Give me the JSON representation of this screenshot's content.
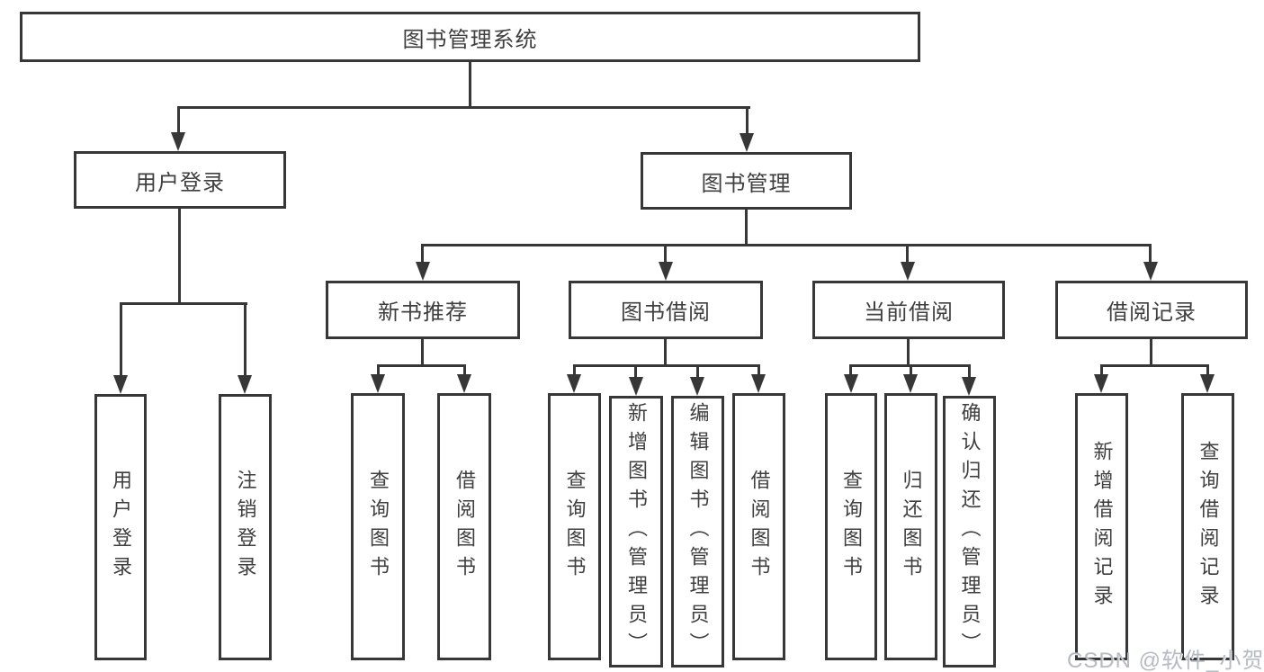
{
  "diagram": {
    "title": "图书管理系统",
    "root": {
      "label": "图书管理系统"
    },
    "level2": [
      {
        "label": "用户登录"
      },
      {
        "label": "图书管理"
      }
    ],
    "level3": [
      {
        "label": "新书推荐"
      },
      {
        "label": "图书借阅"
      },
      {
        "label": "当前借阅"
      },
      {
        "label": "借阅记录"
      }
    ],
    "level4": [
      {
        "label": "用户登录"
      },
      {
        "label": "注销登录"
      },
      {
        "label": "查询图书"
      },
      {
        "label": "借阅图书"
      },
      {
        "label": "查询图书"
      },
      {
        "label": "新增图书（管理员）"
      },
      {
        "label": "编辑图书（管理员）"
      },
      {
        "label": "借阅图书"
      },
      {
        "label": "查询图书"
      },
      {
        "label": "归还图书"
      },
      {
        "label": "确认归还（管理员）"
      },
      {
        "label": "新增借阅记录"
      },
      {
        "label": "查询借阅记录"
      }
    ]
  },
  "watermark": {
    "text": "CSDN @软件_小贺同学"
  },
  "colors": {
    "line": "#373737",
    "text": "#3f3f3f",
    "box_background": "#ffffff",
    "page_background": "#ffffff",
    "watermark": "#b6bac2"
  }
}
